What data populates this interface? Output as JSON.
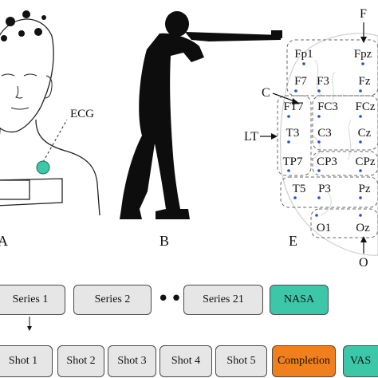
{
  "panel_labels": {
    "a": "A",
    "b": "B",
    "e": "E"
  },
  "ecg_label": "ECG",
  "eeg": {
    "electrodes": [
      "Fp1",
      "Fpz",
      "F7",
      "F3",
      "Fz",
      "FT7",
      "FC3",
      "FCz",
      "T3",
      "C3",
      "Cz",
      "TP7",
      "CP3",
      "CPz",
      "T5",
      "P3",
      "Pz",
      "O1",
      "Oz"
    ],
    "arrows": {
      "f": "F",
      "c": "C",
      "lt": "LT",
      "o": "O"
    }
  },
  "series_row": {
    "series": [
      "Series 1",
      "Series 2",
      "Series 21"
    ],
    "ellipsis": "•••",
    "nasa": "NASA"
  },
  "shot_row": {
    "shots": [
      "Shot 1",
      "Shot 2",
      "Shot 3",
      "Shot 4",
      "Shot 5"
    ],
    "completion": "Completion",
    "vas": "VAS"
  },
  "colors": {
    "teal": "#3cc8a8",
    "orange": "#f07f1e",
    "grey_box": "#e6e6e6",
    "electrode_dot": "#1f4fd6"
  }
}
